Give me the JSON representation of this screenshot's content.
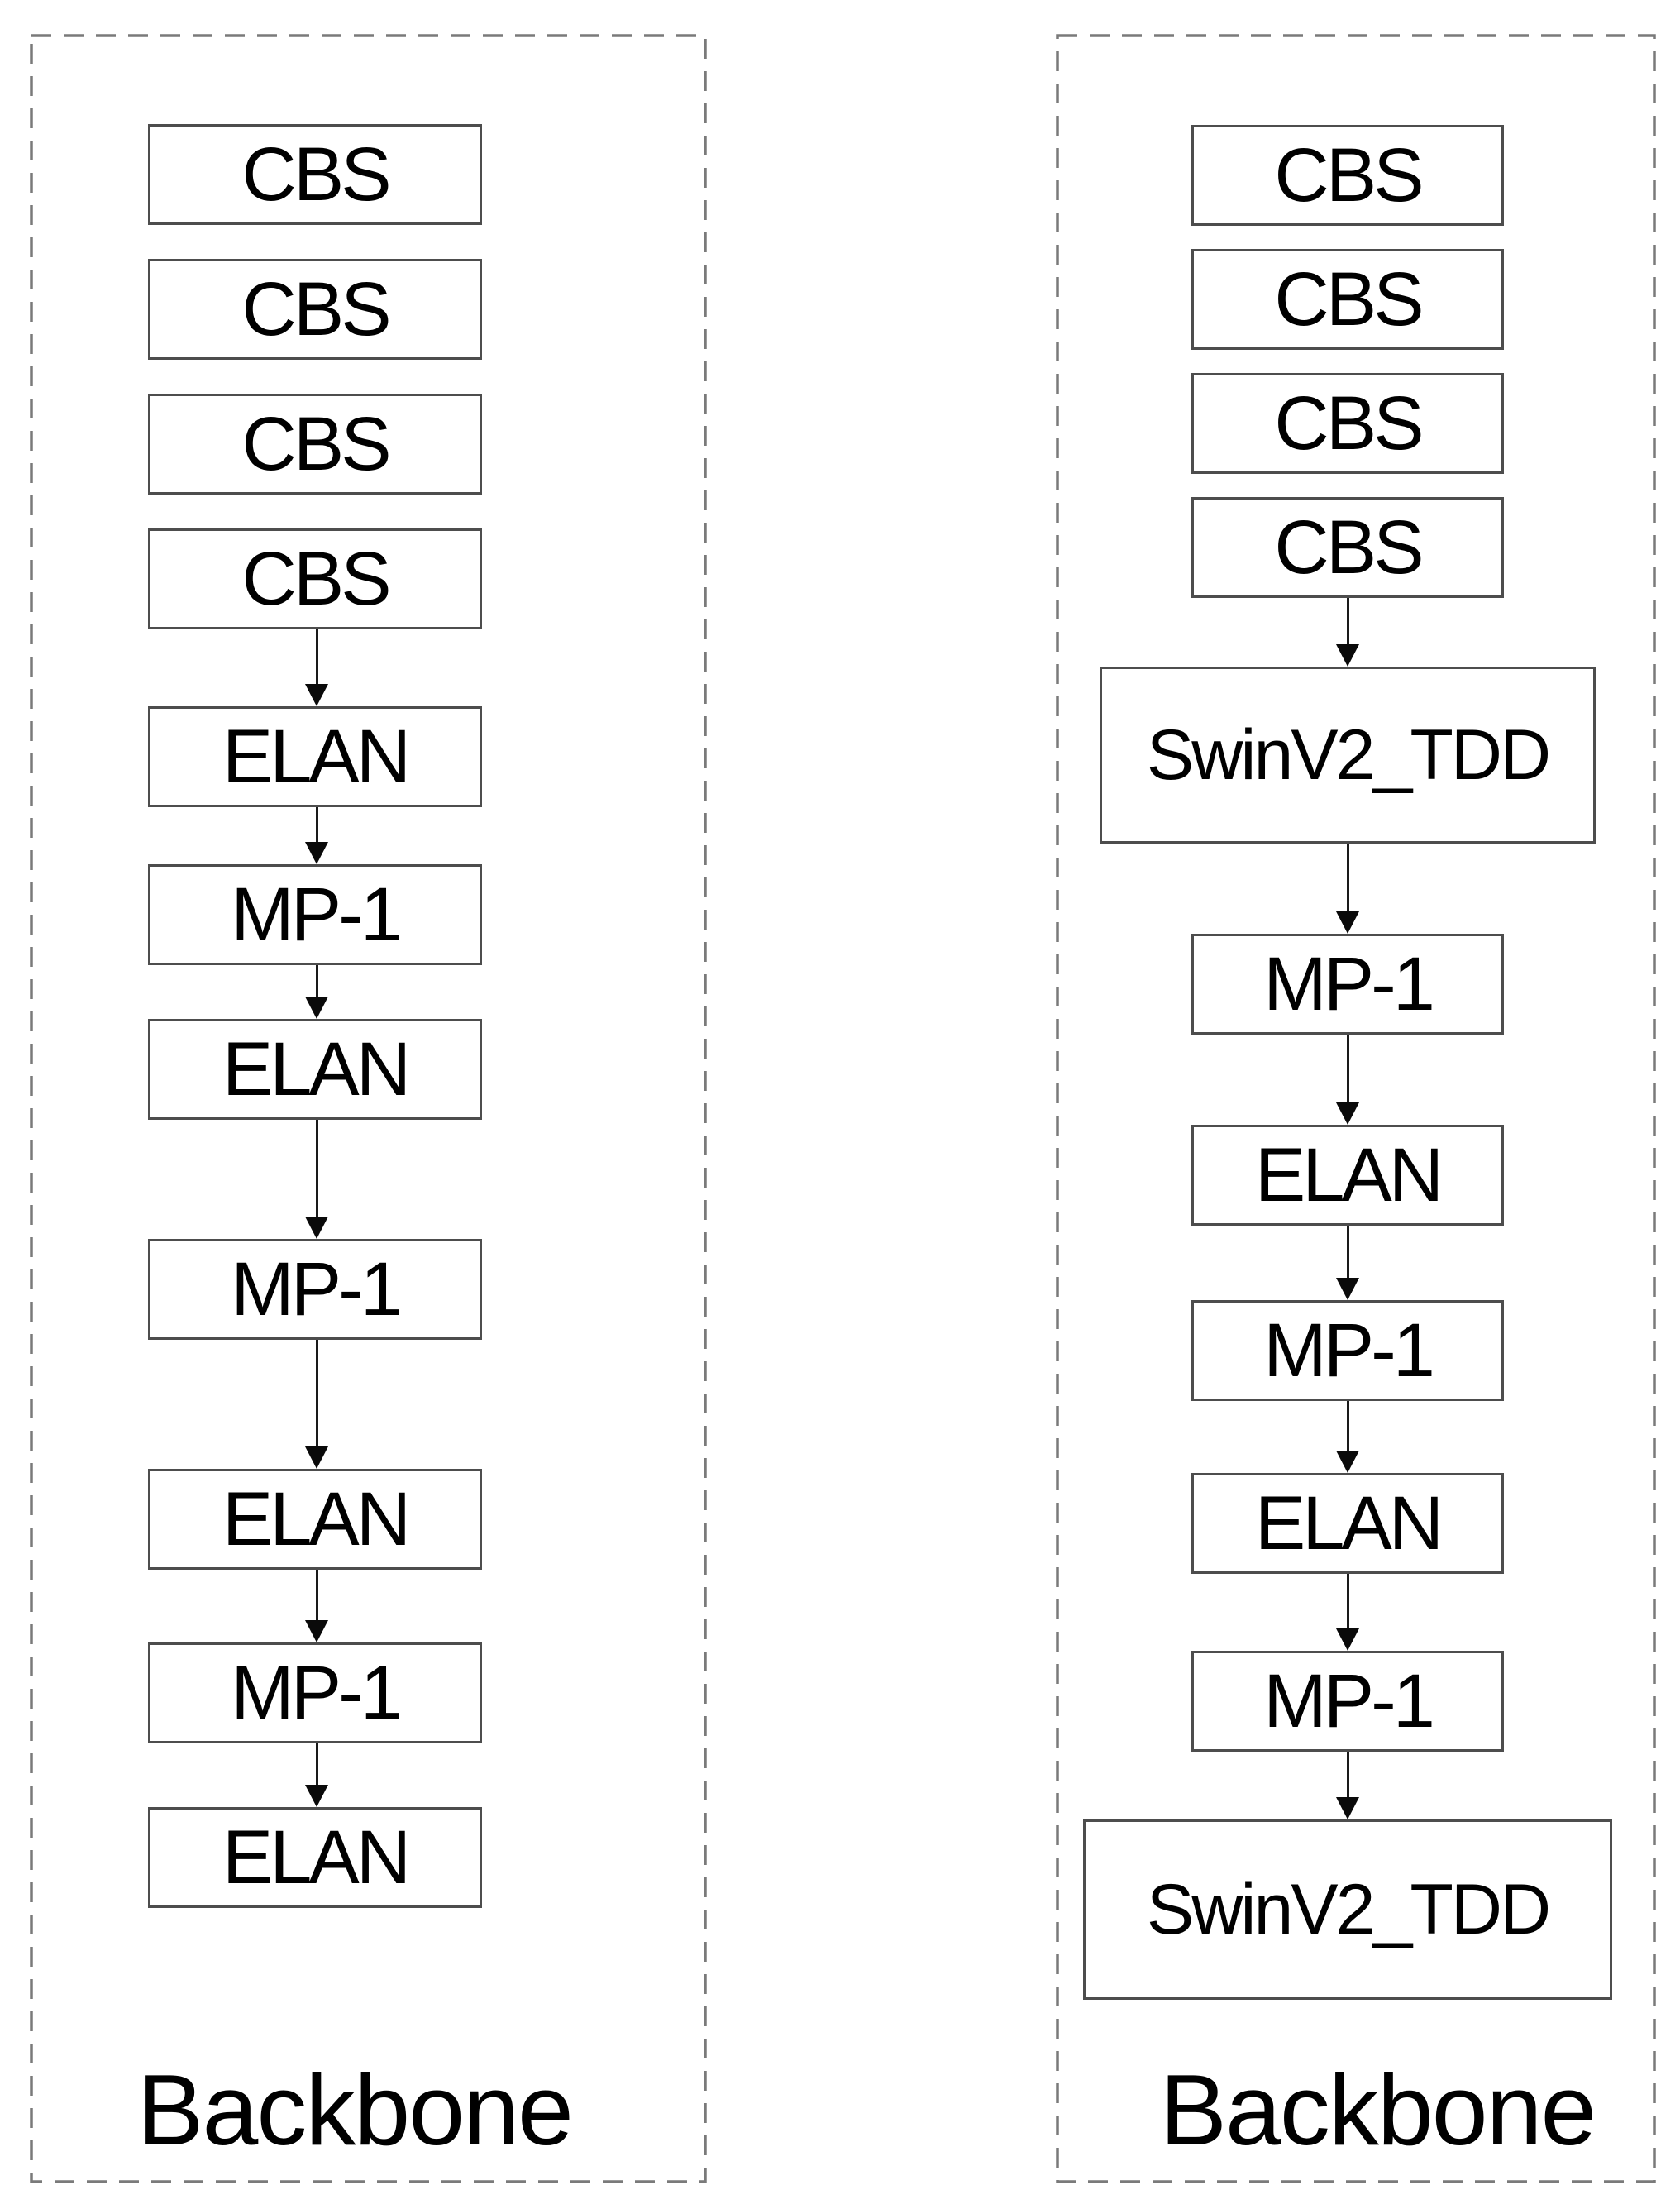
{
  "figure": {
    "description": "Two backbone architecture flow diagrams side by side",
    "panels": [
      {
        "id": "left",
        "title": "Backbone",
        "nodes": [
          "CBS",
          "CBS",
          "CBS",
          "CBS",
          "ELAN",
          "MP-1",
          "ELAN",
          "MP-1",
          "ELAN",
          "MP-1",
          "ELAN"
        ]
      },
      {
        "id": "right",
        "title": "Backbone",
        "nodes": [
          "CBS",
          "CBS",
          "CBS",
          "CBS",
          "SwinV2_TDD",
          "MP-1",
          "ELAN",
          "MP-1",
          "ELAN",
          "MP-1",
          "SwinV2_TDD"
        ]
      }
    ],
    "colors": {
      "background": "#ffffff",
      "text": "#000000",
      "box_border": "#4d4d4d",
      "panel_dashed_border": "#7a7a7a",
      "arrow": "#1a1a1a"
    }
  }
}
